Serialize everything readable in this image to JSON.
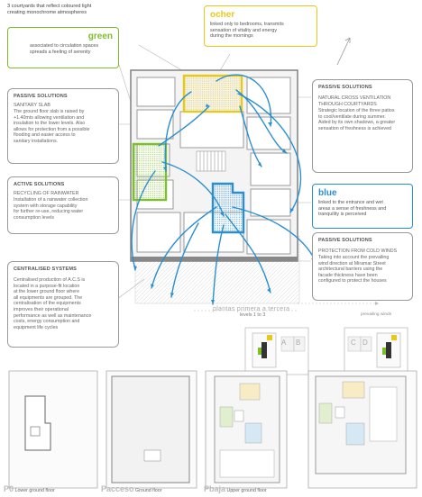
{
  "header": {
    "line1": "3 courtyards that reflect coloured light",
    "line2": "creating monochrome atmospheres"
  },
  "legend_green": {
    "name": "green",
    "desc_line1": "associated to circulation spaces",
    "desc_line2": "spreads a feeling of serenity",
    "color": "#7bbf2a"
  },
  "legend_ocher": {
    "name": "ocher",
    "desc_line1": "linked only to bedrooms, transmits",
    "desc_line2": "sensation of vitality and energy",
    "desc_line3": "during the mornings",
    "color": "#e9c81c"
  },
  "legend_blue": {
    "name": "blue",
    "desc_line1": "linked to the entrance and wet",
    "desc_line2": "areas a sense of freshness and",
    "desc_line3": "tranquility is perceived",
    "color": "#2a8fd0"
  },
  "left_boxes": {
    "sanitary": {
      "title": "PASSIVE SOLUTIONS",
      "sub": "SANITARY SLAB",
      "l1": "The ground floor slab is raised by",
      "l2": "+1.40mts allowing ventilation and",
      "l3": "insulation to the lower levels. Also",
      "l4": "allows for protection from a possible",
      "l5": "flooding and easier access to",
      "l6": "sanitary installations."
    },
    "rain": {
      "title": "ACTIVE SOLUTIONS",
      "sub": "RECYCLING OF RAINWATER",
      "l1": "Installation of a rainwater collection",
      "l2": "system with storage capability",
      "l3": "for further re-use, reducing water",
      "l4": "consumption levels"
    },
    "central": {
      "title": "CENTRALISED SYSTEMS",
      "l1": "Centralised production of A.C.S is",
      "l2": "located in a purpose-fit location",
      "l3": "at the lower ground floor where",
      "l4": "all equipments are grouped. The",
      "l5": "centralisation of the equipments",
      "l6": "improves their operational",
      "l7": "performance as well as maintenance",
      "l8": "costs, energy consumption and",
      "l9": "equipment life cycles"
    }
  },
  "right_boxes": {
    "ventilation": {
      "title": "PASSIVE SOLUTIONS",
      "sub1": "NATURAL CROSS VENTILATION",
      "sub2": "THROUGH COURTYARDS",
      "l1": "Strategic location of the three patios",
      "l2": "to cool/ventilate during summer.",
      "l3": "Aided by its own shadows, a greater",
      "l4": "sensation of freshness is achieved"
    },
    "winds": {
      "title": "PASSIVE SOLUTIONS",
      "sub": "PROTECTION FROM COLD WINDS",
      "l1": "Taking into account the prevailing",
      "l2": "wind direction at Miramar Street",
      "l3": "architectural barriers using the",
      "l4": "facade thickness have been",
      "l5": "configured to protect the houses"
    }
  },
  "plan_main": {
    "label": "plantas primera a tercera",
    "sublabel": "levels 1 to 3",
    "wind_label": "prevailing winds"
  },
  "key_plans": {
    "a": "A",
    "b": "B",
    "c": "C",
    "d": "D"
  },
  "bottom_plans": {
    "p0_code": "P0",
    "p0_name": "Lower ground floor",
    "pacceso_code": "Pacceso",
    "pacceso_name": "Ground floor",
    "pbaja_code": "Pbaja",
    "pbaja_name": "Upper ground floor"
  }
}
